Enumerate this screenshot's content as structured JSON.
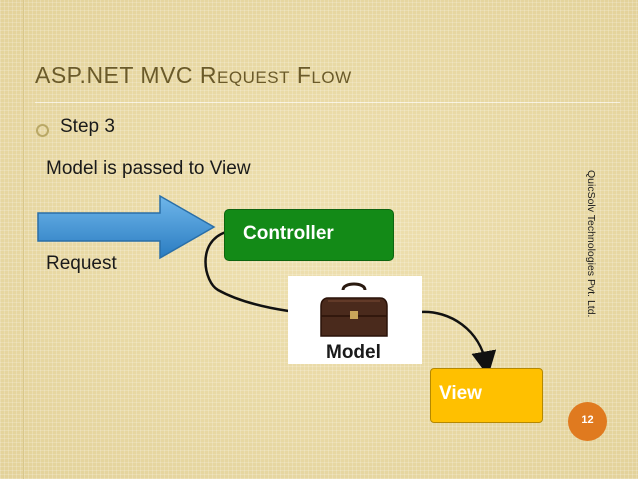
{
  "slide": {
    "title_lead_1": "ASP.NET MVC R",
    "title_small_1": "EQUEST",
    "title_lead_2": " F",
    "title_small_2": "LOW",
    "bullet": "Step 3",
    "subtitle": "Model is passed to View",
    "request_label": "Request",
    "vertical_text": "QuicSolv Technologies Pvt. Ltd.",
    "page_number": "12"
  },
  "diagram": {
    "controller_label": "Controller",
    "model_label": "Model",
    "view_label": "View",
    "colors": {
      "controller": "#138a17",
      "view": "#ffc000",
      "arrow": "#3a8fd0",
      "page_badge": "#e07a1f"
    }
  }
}
